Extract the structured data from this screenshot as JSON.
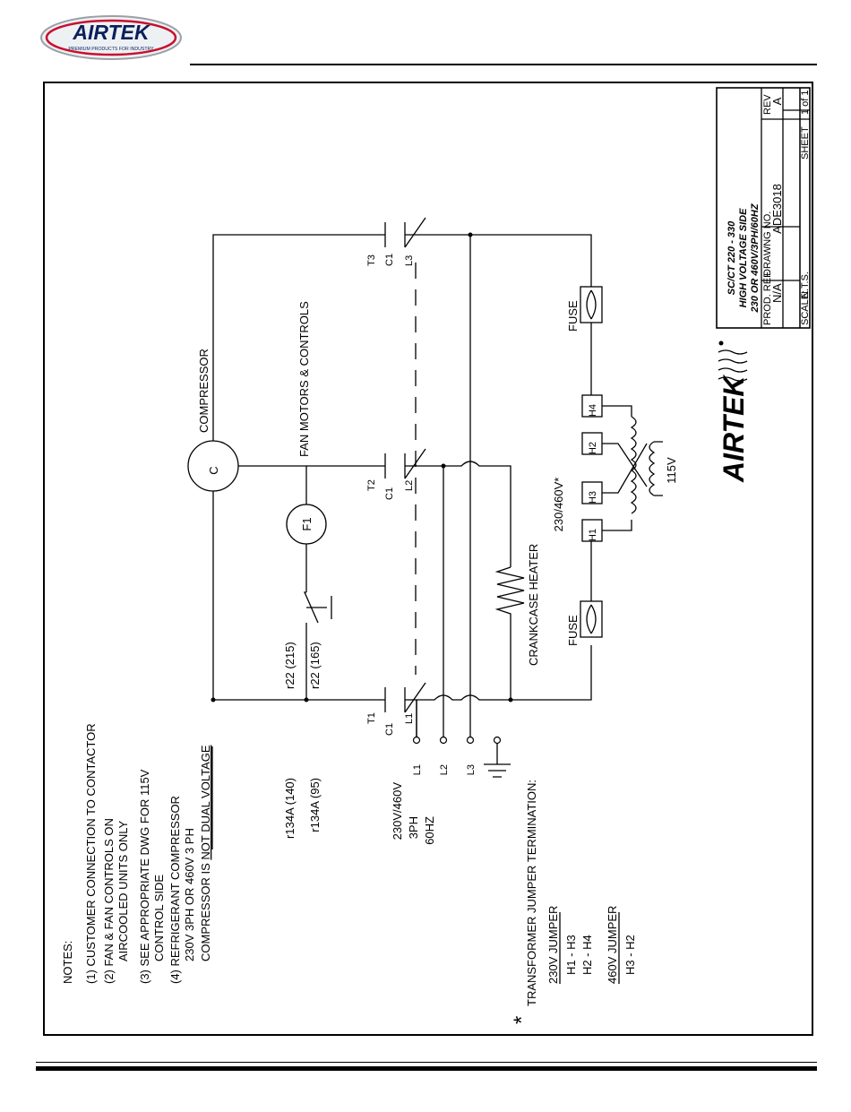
{
  "brand": {
    "name": "AIRTEK",
    "tagline": "PREMIUM PRODUCTS FOR INDUSTRY"
  },
  "notes": {
    "heading": "NOTES:",
    "items": [
      "(1) CUSTOMER CONNECTION TO CONTACTOR",
      "(2) FAN & FAN CONTROLS ON",
      "AIRCOOLED UNITS ONLY",
      "(3) SEE APPROPRIATE DWG FOR 115V",
      "CONTROL SIDE",
      "(4) REFRIGERANT COMPRESSOR",
      "230V 3PH OR 460V 3 PH"
    ],
    "note4_last_plain": "COMPRESSOR IS ",
    "note4_last_underlined": "NOT DUAL VOLTAGE"
  },
  "jumper": {
    "asterisk": "*",
    "heading": "TRANSFORMER JUMPER TERMINATION:",
    "v230_label": "230V JUMPER",
    "v230_lines": [
      "H1 - H3",
      "H2 - H4"
    ],
    "v460_label": "460V JUMPER",
    "v460_lines": [
      "H3 - H2"
    ]
  },
  "supply": {
    "voltage": "230V/460V",
    "phase": "3PH",
    "freq": "60HZ"
  },
  "refrigerant": {
    "r134a_140": "r134A (140)",
    "r134a_95": "r134A (95)",
    "r22_215": "r22 (215)",
    "r22_165": "r22 (165)"
  },
  "labels": {
    "compressor_letter": "C",
    "compressor": "COMPRESSOR",
    "fan_letter": "F1",
    "fan_motors": "FAN MOTORS & CONTROLS",
    "crankcase": "CRANKCASE HEATER",
    "fuse": "FUSE",
    "primary_voltage": "230/460V*",
    "secondary_voltage": "115V",
    "t1": "T1",
    "t2": "T2",
    "t3": "T3",
    "c1": "C1",
    "l1": "L1",
    "l2": "L2",
    "l3": "L3",
    "h1": "H1",
    "h2": "H2",
    "h3": "H3",
    "h4": "H4"
  },
  "title_block": {
    "line1": "SC/CT 220 - 330",
    "line2": "HIGH VOLTAGE SIDE",
    "line3": "230 OR 460V/3PH/60HZ",
    "prod_ref_label": "PROD. REF.",
    "prod_ref_value": "N/A",
    "drawing_no_label": "DRAWNG NO.",
    "drawing_no_value": "ADE3018",
    "rev_label": "REV",
    "rev_value": "A",
    "scale_label": "SCALE:",
    "scale_value": "N.T.S.",
    "sheet_label": "SHEET",
    "sheet_value": "1 of 1",
    "brand": "AIRTEK"
  }
}
